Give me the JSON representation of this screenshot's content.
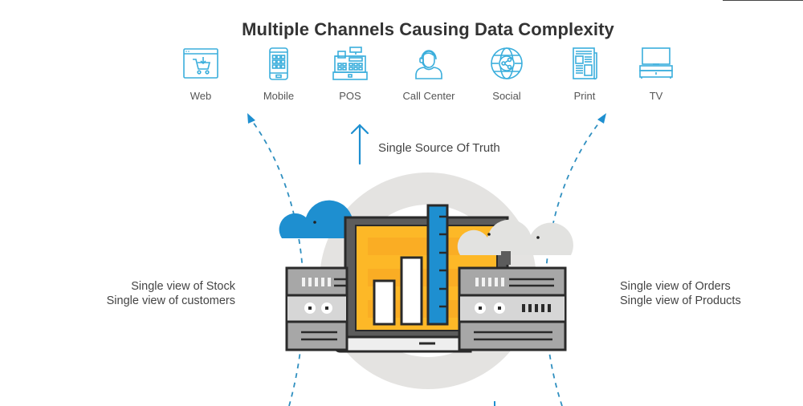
{
  "title": "Multiple Channels Causing Data Complexity",
  "channels": [
    {
      "label": "Web",
      "icon": "web-cart-icon"
    },
    {
      "label": "Mobile",
      "icon": "mobile-phone-icon"
    },
    {
      "label": "POS",
      "icon": "cash-register-icon"
    },
    {
      "label": "Call Center",
      "icon": "headset-agent-icon"
    },
    {
      "label": "Social",
      "icon": "share-globe-icon"
    },
    {
      "label": "Print",
      "icon": "newspaper-icon"
    },
    {
      "label": "TV",
      "icon": "tv-icon"
    }
  ],
  "center_label": "Single Source Of Truth",
  "left_labels": [
    "Single view of Stock",
    "Single view of customers"
  ],
  "right_labels": [
    "Single view of Orders",
    "Single view of Products"
  ],
  "colors": {
    "accent_blue": "#1e8fd0",
    "icon_blue": "#3aaedc",
    "dashed_arrow": "#2f8fc0",
    "monitor_yellow": "#fdb827",
    "server_gray": "#a7a7a7",
    "outline": "#2a2a2a",
    "circle_gray": "#e4e3e1",
    "cloud_gray": "#e2e2e0"
  }
}
